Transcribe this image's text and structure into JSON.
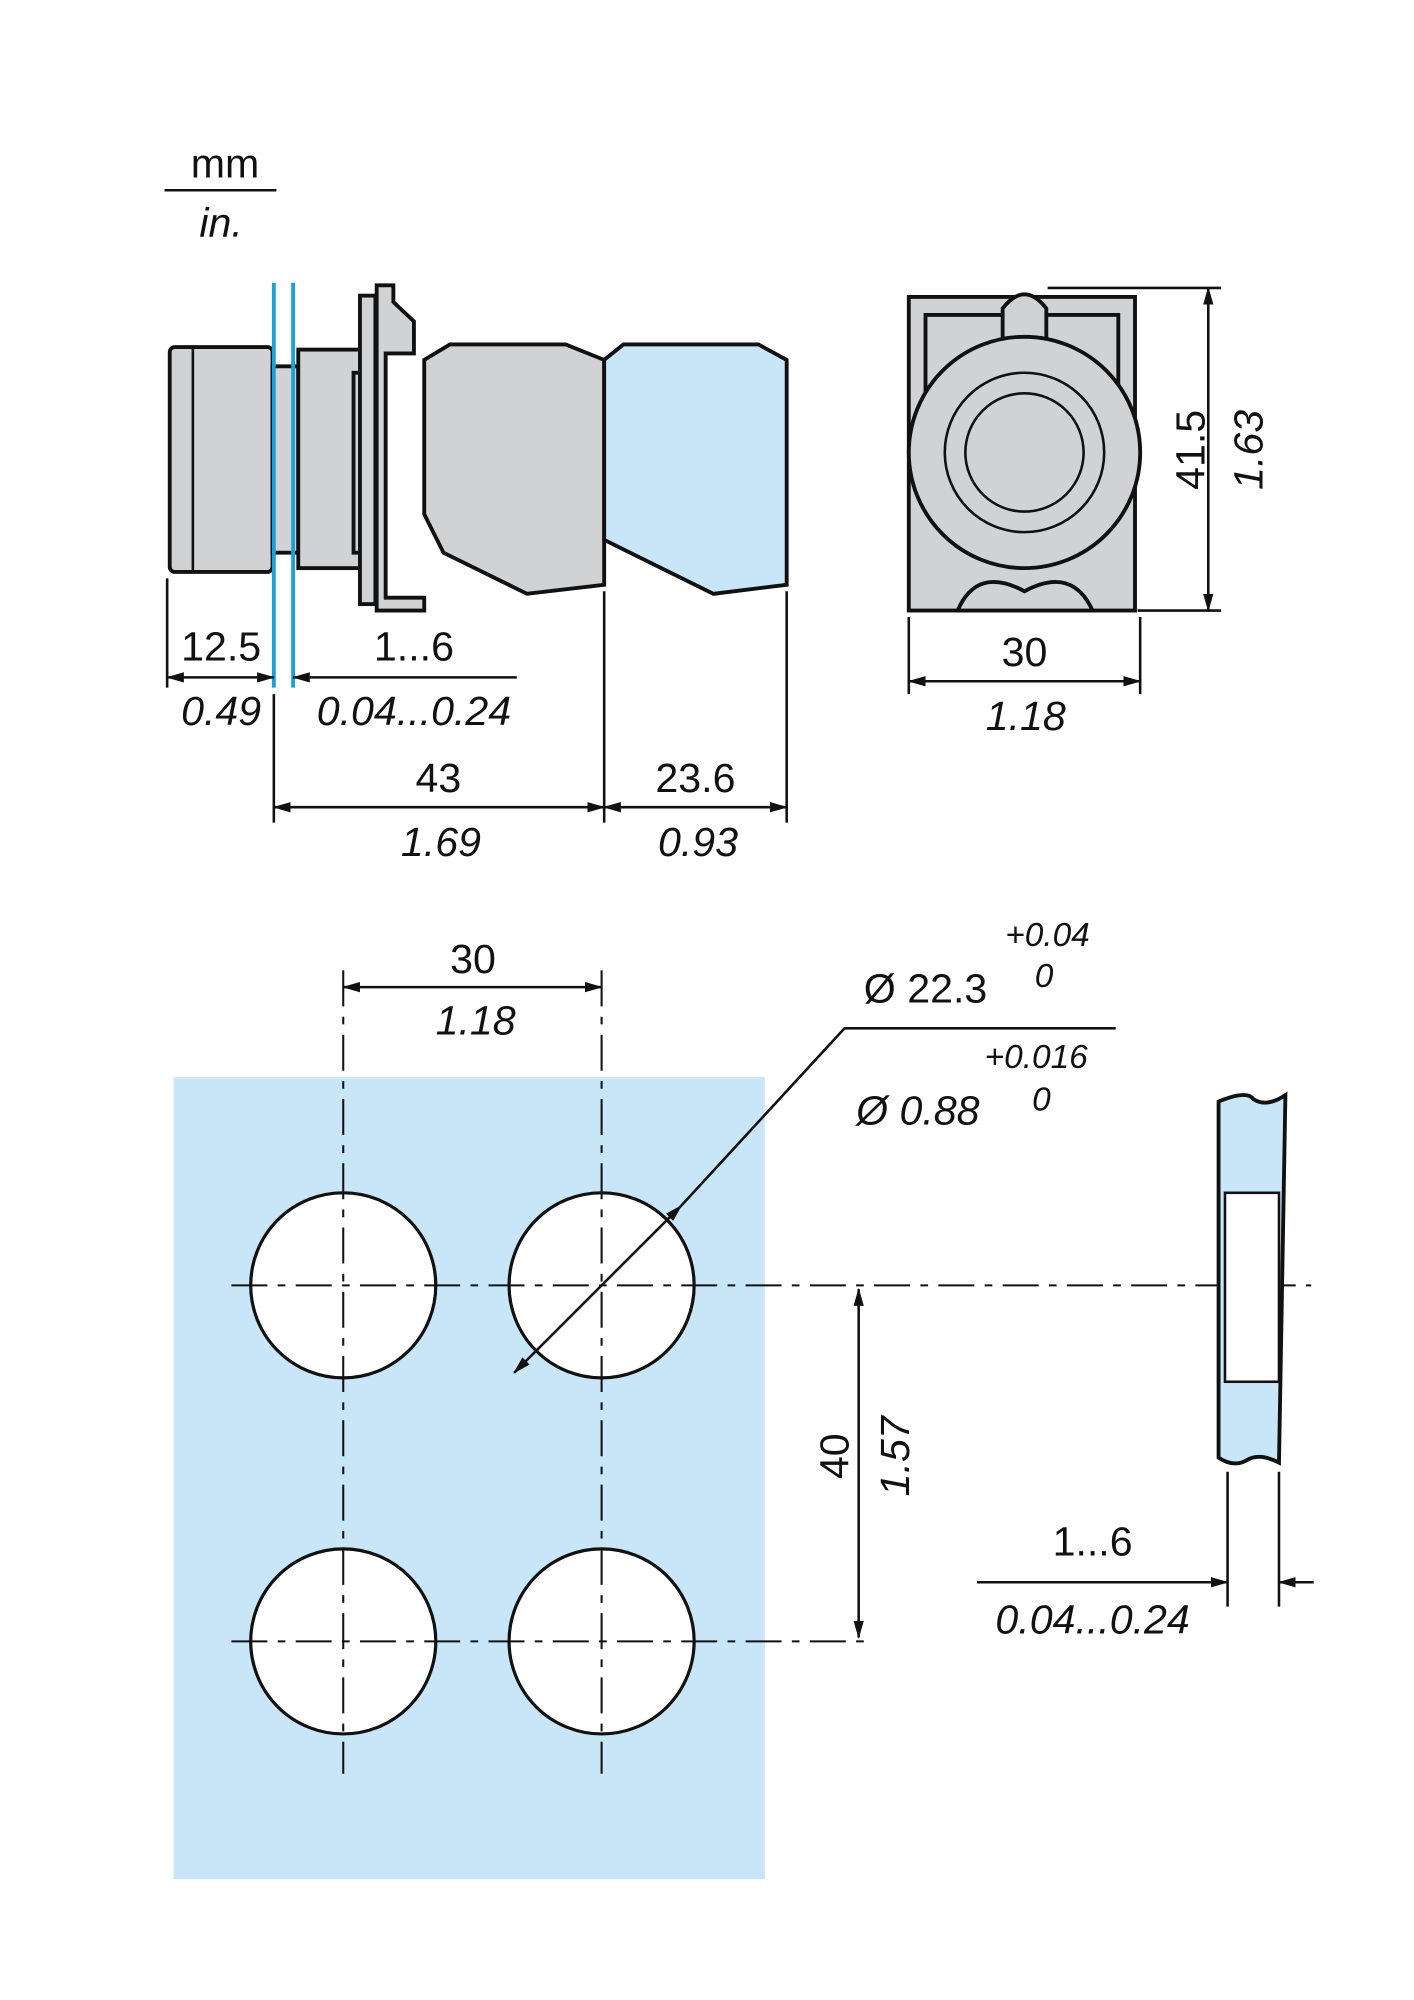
{
  "units": {
    "top": "mm",
    "bottom": "in."
  },
  "side_view": {
    "knob": {
      "mm": "12.5",
      "in": "0.49"
    },
    "panel": {
      "mm": "1...6",
      "in": "0.04...0.24"
    },
    "body": {
      "mm": "43",
      "in": "1.69"
    },
    "block": {
      "mm": "23.6",
      "in": "0.93"
    }
  },
  "front_view": {
    "height": {
      "mm": "41.5",
      "in": "1.63"
    },
    "width": {
      "mm": "30",
      "in": "1.18"
    }
  },
  "cutout": {
    "spacing_h": {
      "mm": "30",
      "in": "1.18"
    },
    "spacing_v": {
      "mm": "40",
      "in": "1.57"
    },
    "diameter_mm": {
      "value": "Ø 22.3",
      "tol_upper": "+0.04",
      "tol_lower": "0"
    },
    "diameter_in": {
      "value": "Ø 0.88",
      "tol_upper": "+0.016",
      "tol_lower": "0"
    },
    "panel_thickness": {
      "mm": "1...6",
      "in": "0.04...0.24"
    }
  },
  "colors": {
    "accent_blue": "#c8e6f8",
    "line_blue": "#1ba0d8",
    "body_gray": "#d1d2d4"
  }
}
